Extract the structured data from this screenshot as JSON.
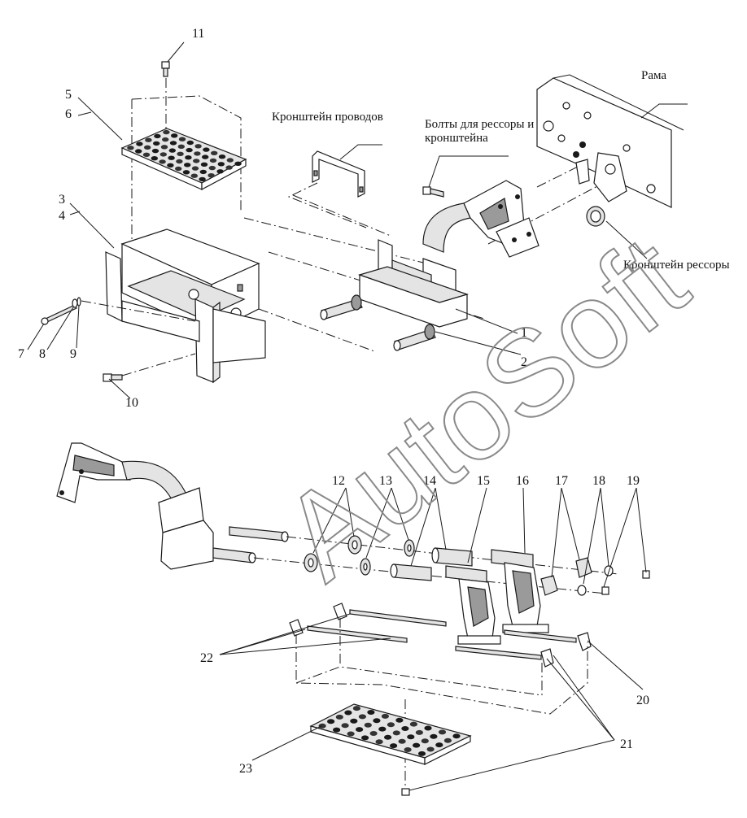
{
  "labels": {
    "frame": "Рама",
    "wire_bracket": "Кронштейн проводов",
    "bolts_line1": "Болты для рессоры и",
    "bolts_line2": "кронштейна",
    "spring_bracket": "Кронштейн рессоры"
  },
  "callouts": {
    "n1": "1",
    "n2": "2",
    "n3": "3",
    "n4": "4",
    "n5": "5",
    "n6": "6",
    "n7": "7",
    "n8": "8",
    "n9": "9",
    "n10": "10",
    "n11": "11",
    "n12": "12",
    "n13": "13",
    "n14": "14",
    "n15": "15",
    "n16": "16",
    "n17": "17",
    "n18": "18",
    "n19": "19",
    "n20": "20",
    "n21": "21",
    "n22": "22",
    "n23": "23"
  },
  "watermark": "AutoSoft",
  "colors": {
    "ink": "#1a1a1a",
    "watermark": "#8a8a8a"
  }
}
